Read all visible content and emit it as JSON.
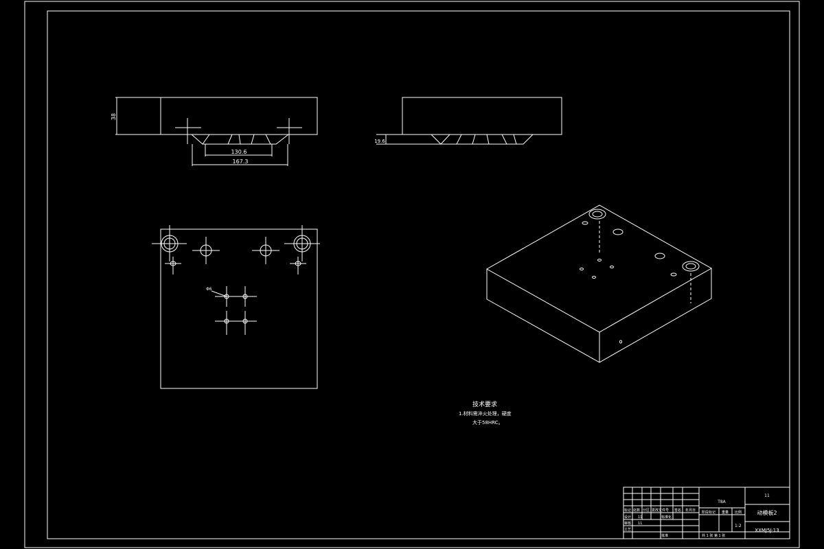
{
  "colors": {
    "background": "#000000",
    "line": "#ffffff"
  },
  "dimensions": {
    "height": "38",
    "inner_width": "130.6",
    "outer_width": "167.3",
    "offset": "19.6",
    "diameter": "Φ6"
  },
  "notes": {
    "title": "技术要求",
    "line1": "1.材料需淬火处理，硬度",
    "line2": "大于58HRC。"
  },
  "title_block": {
    "material": "T8A",
    "scale_top": "11",
    "part_name": "动模板2",
    "drawing_no": "XXMJ5J-13",
    "header_cells": [
      "标记",
      "处数",
      "分区",
      "更改文件号",
      "签名",
      "年月日"
    ],
    "role_design": "设计",
    "role_review": "审核",
    "role_process": "工艺",
    "role_standard": "标准化",
    "role_approve": "批准",
    "sig_a": "11",
    "sig_b": "11",
    "stage_label": "阶段标记",
    "weight_label": "重量",
    "scale_label": "比例",
    "scale_value": "1:2",
    "sheet_info": "共 1 张 第 1 张"
  }
}
